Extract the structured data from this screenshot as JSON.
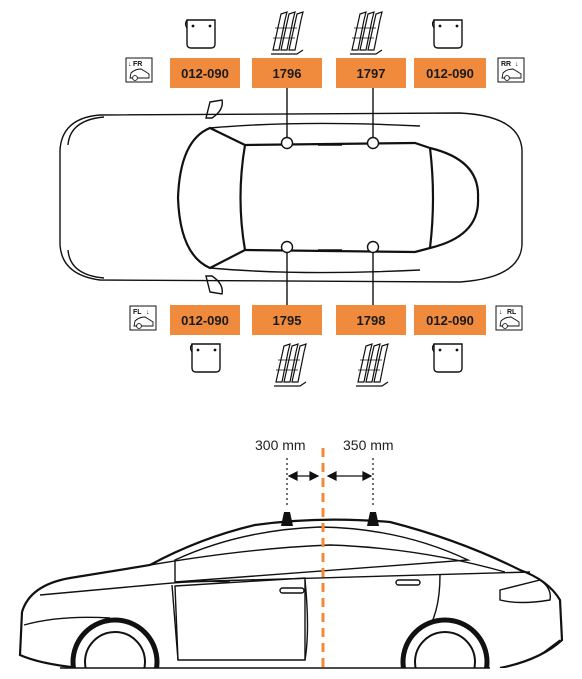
{
  "colors": {
    "accent": "#f08a3c",
    "line": "#111111",
    "centerline": "#f08a3c"
  },
  "top_view": {
    "top_row": {
      "left_corner": "FR",
      "right_corner": "RR",
      "labels": [
        "012-090",
        "1796",
        "1797",
        "012-090"
      ],
      "icons": [
        "pad-icon",
        "foot-icon",
        "foot-icon",
        "pad-icon"
      ]
    },
    "bottom_row": {
      "left_corner": "FL",
      "right_corner": "RL",
      "labels": [
        "012-090",
        "1795",
        "1798",
        "012-090"
      ],
      "icons": [
        "pad-icon",
        "foot-icon",
        "foot-icon",
        "pad-icon"
      ]
    }
  },
  "side_view": {
    "dim_front": "300 mm",
    "dim_rear": "350 mm"
  }
}
